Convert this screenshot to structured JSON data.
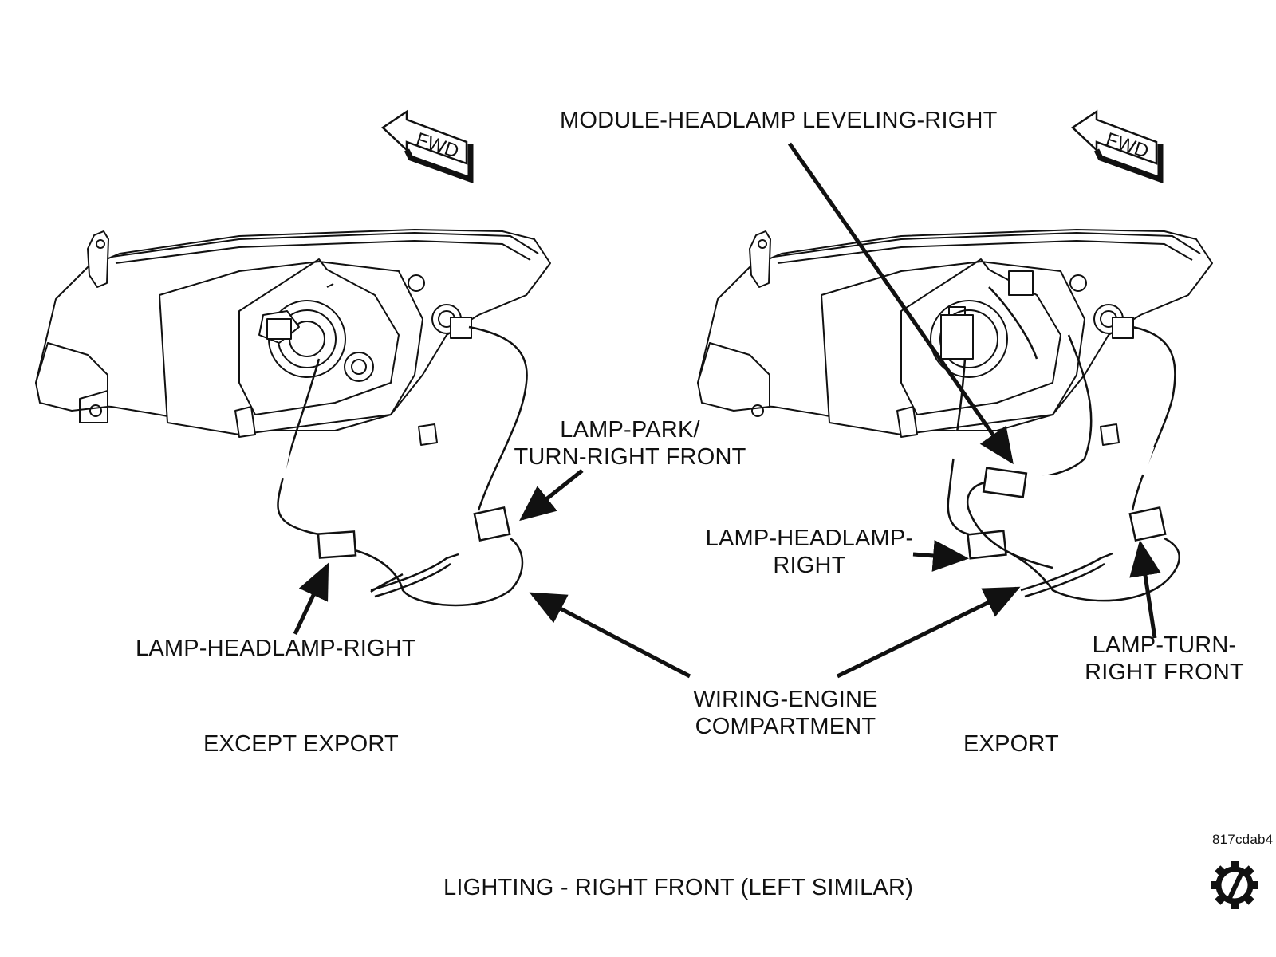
{
  "fwd_left": "FWD",
  "fwd_right": "FWD",
  "labels": {
    "module_headlamp_leveling": "MODULE-HEADLAMP LEVELING-RIGHT",
    "lamp_park_turn_1": "LAMP-PARK/",
    "lamp_park_turn_2": "TURN-RIGHT FRONT",
    "lamp_headlamp_right_left": "LAMP-HEADLAMP-RIGHT",
    "lamp_headlamp_right_export_1": "LAMP-HEADLAMP-",
    "lamp_headlamp_right_export_2": "RIGHT",
    "wiring_1": "WIRING-ENGINE",
    "wiring_2": "COMPARTMENT",
    "lamp_turn_1": "LAMP-TURN-",
    "lamp_turn_2": "RIGHT FRONT",
    "except_export": "EXCEPT EXPORT",
    "export": "EXPORT",
    "figure_id": "817cdab4",
    "caption": "LIGHTING - RIGHT FRONT  (LEFT SIMILAR)"
  },
  "icons": {
    "logo": "gear-with-slash-icon"
  }
}
